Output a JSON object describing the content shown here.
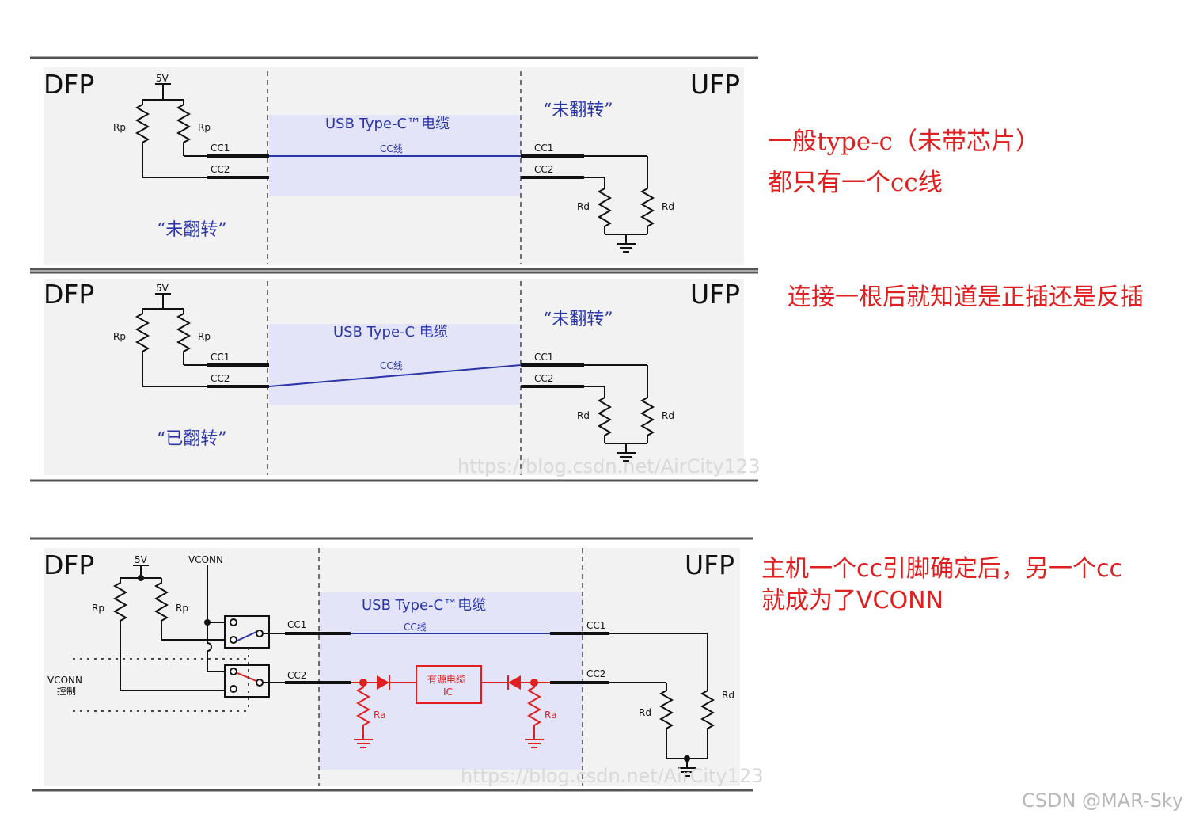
{
  "panel1": {
    "dfp": "DFP",
    "ufp": "UFP",
    "v5": "5V",
    "rp": "Rp",
    "rd": "Rd",
    "cc1": "CC1",
    "cc2": "CC2",
    "cable": "USB Type-C™电缆",
    "ccline": "CC线",
    "left_state": "“未翻转”",
    "right_state": "“未翻转”"
  },
  "panel2": {
    "dfp": "DFP",
    "ufp": "UFP",
    "v5": "5V",
    "rp": "Rp",
    "rd": "Rd",
    "cc1": "CC1",
    "cc2": "CC2",
    "cable": "USB Type-C 电缆",
    "ccline": "CC线",
    "left_state": "“已翻转”",
    "right_state": "“未翻转”",
    "watermark": "https://blog.csdn.net/AirCity123"
  },
  "panel3": {
    "dfp": "DFP",
    "ufp": "UFP",
    "v5": "5V",
    "vconn": "VCONN",
    "rp": "Rp",
    "rd": "Rd",
    "ra": "Ra",
    "cc1": "CC1",
    "cc2": "CC2",
    "cable": "USB Type-C™电缆",
    "ccline": "CC线",
    "vconn_ctrl": "VCONN",
    "vconn_ctrl_sub": "控制",
    "ic_line1": "有源电缆",
    "ic_line2": "IC",
    "watermark": "https://blog.csdn.net/AirCity123"
  },
  "notes": {
    "n1_line1": "一般type-c（未带芯片）",
    "n1_line2": "都只有一个cc线",
    "n2": "连接一根后就知道是正插还是反插",
    "n3_line1": "主机一个cc引脚确定后，另一个cc",
    "n3_line2": "就成为了VCONN"
  },
  "watermark": "CSDN @MAR-Sky",
  "colors": {
    "annotation": "#e02020",
    "cable_text": "#2a35a8",
    "cable_band": "#e3e4f7",
    "panel_bg": "#f2f2f2"
  }
}
